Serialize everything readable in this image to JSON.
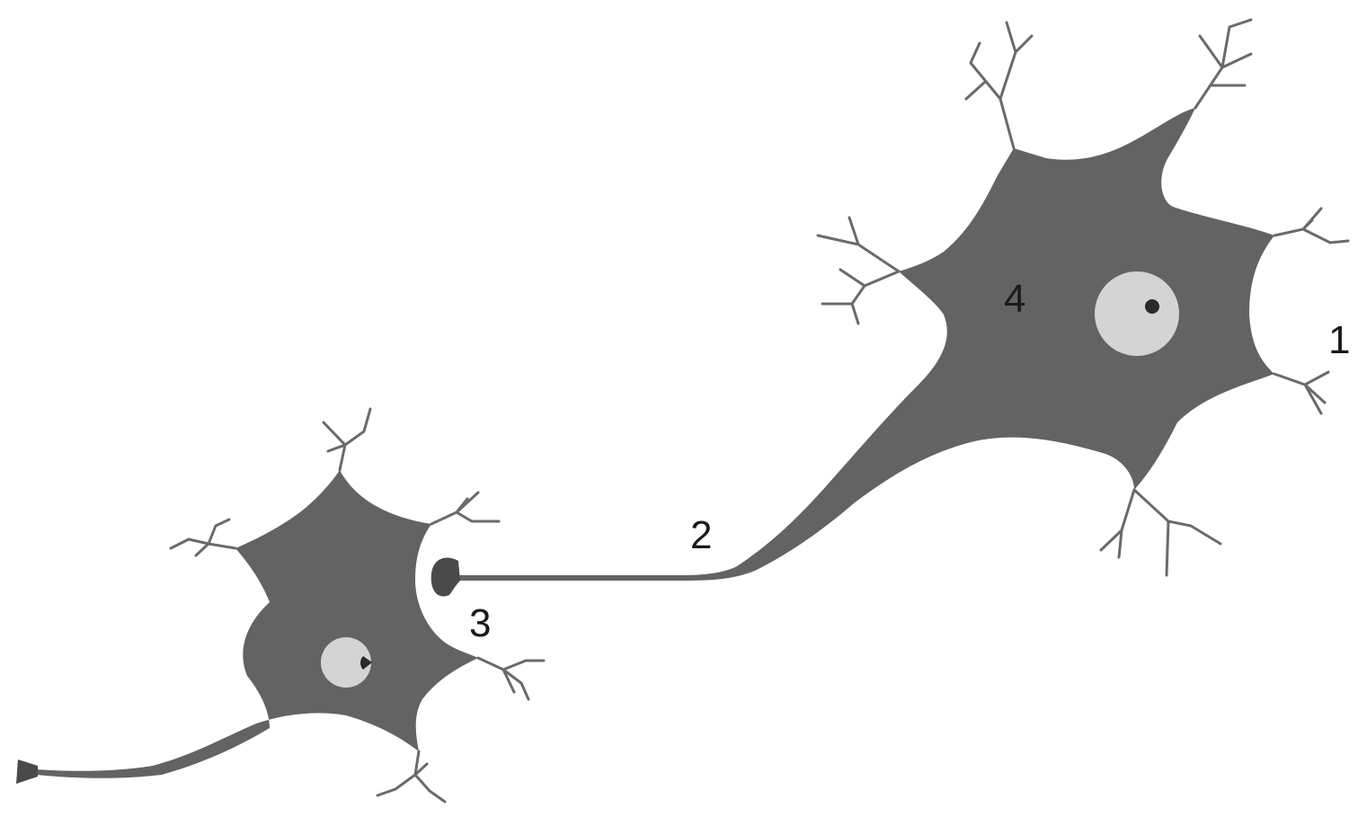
{
  "diagram": {
    "colors": {
      "background": "#ffffff",
      "cell": "#636363",
      "dendrite": "#6a6a6a",
      "nucleus": "#d4d4d4",
      "nucleolus": "#2a2a2a",
      "label": "#1a1a1a"
    },
    "labels": [
      {
        "id": "1",
        "text": "1"
      },
      {
        "id": "2",
        "text": "2"
      },
      {
        "id": "3",
        "text": "3"
      },
      {
        "id": "4",
        "text": "4"
      }
    ]
  }
}
